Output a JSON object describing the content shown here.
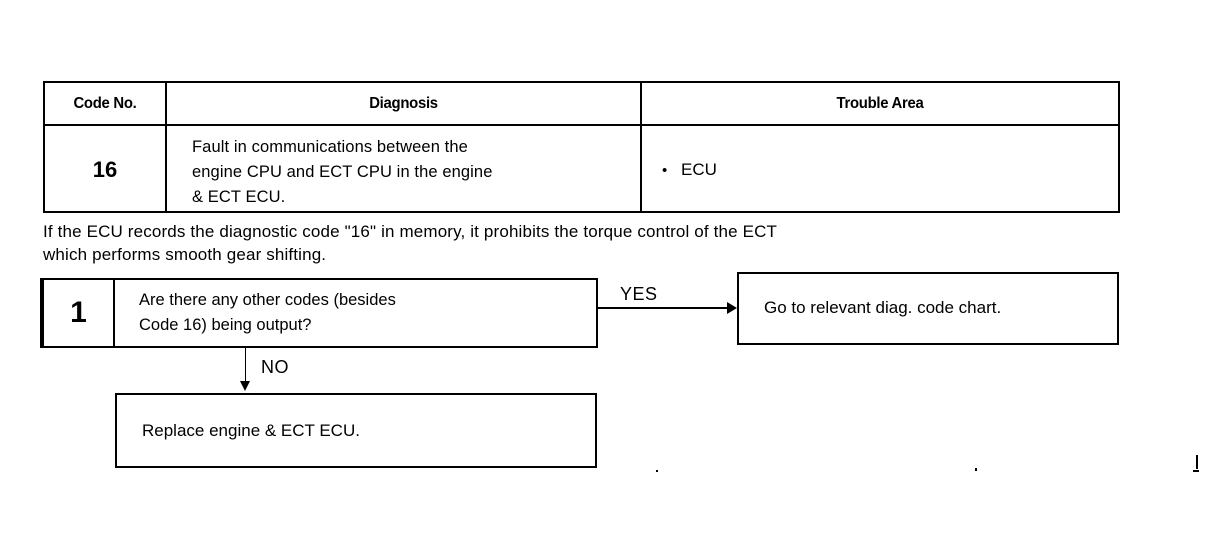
{
  "table": {
    "headers": [
      "Code No.",
      "Diagnosis",
      "Trouble Area"
    ],
    "row": {
      "code": "16",
      "diagnosis_lines": [
        "Fault in communications between the",
        "engine CPU and ECT CPU in the engine",
        "& ECT ECU."
      ],
      "trouble_bullet": "•",
      "trouble_area": "ECU"
    }
  },
  "note": {
    "lines": [
      "If the ECU records the diagnostic code \"16\" in memory, it prohibits the torque control of the ECT",
      "which performs smooth gear shifting."
    ]
  },
  "flowchart": {
    "step1": {
      "number": "1",
      "question_lines": [
        "Are there any other codes (besides",
        "Code 16) being output?"
      ]
    },
    "yes_label": "YES",
    "no_label": "NO",
    "yes_outcome": "Go to relevant diag. code chart.",
    "no_outcome": "Replace engine & ECT ECU."
  },
  "colors": {
    "ink": "#000000",
    "paper": "#ffffff"
  }
}
